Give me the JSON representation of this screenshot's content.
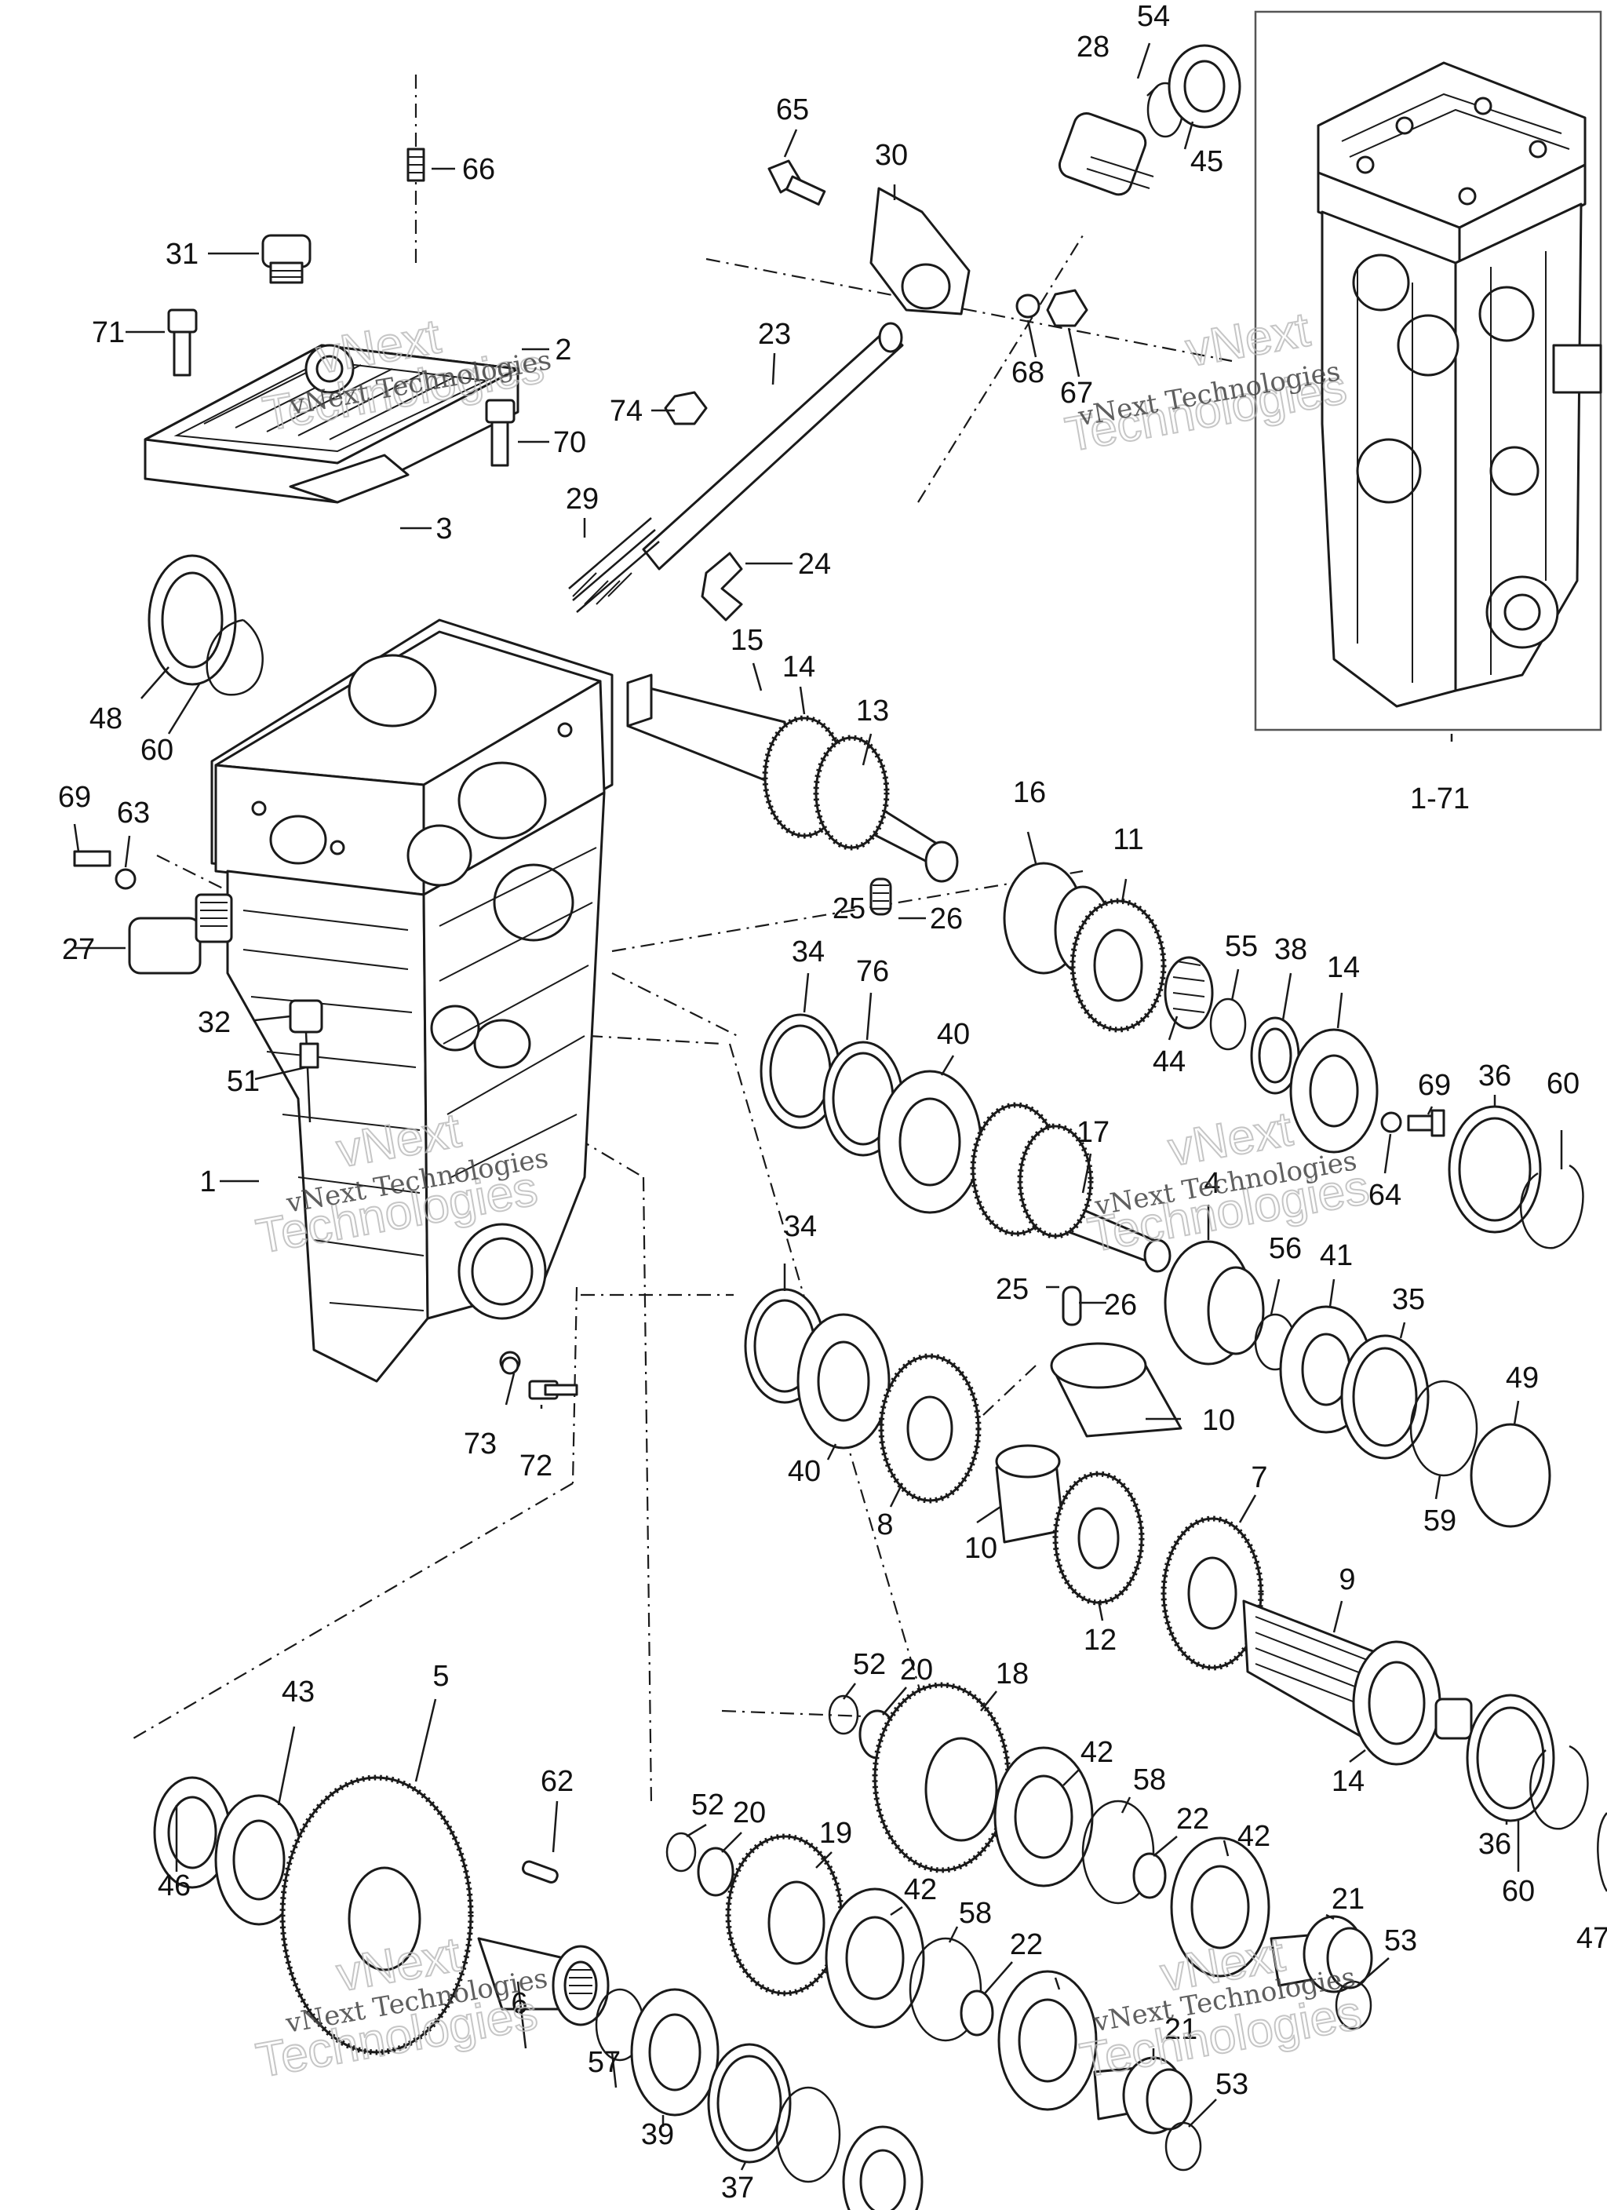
{
  "callouts": {
    "c1": "1",
    "c2": "2",
    "c3": "3",
    "c4": "4",
    "c5": "5",
    "c6": "6",
    "c7": "7",
    "c8": "8",
    "c9": "9",
    "c10a": "10",
    "c10b": "10",
    "c11": "11",
    "c12": "12",
    "c13": "13",
    "c14a": "14",
    "c14b": "14",
    "c14c": "14",
    "c15": "15",
    "c16": "16",
    "c17": "17",
    "c18": "18",
    "c19": "19",
    "c20a": "20",
    "c20b": "20",
    "c21a": "21",
    "c21b": "21",
    "c22a": "22",
    "c22b": "22",
    "c23": "23",
    "c24": "24",
    "c25a": "25",
    "c25b": "25",
    "c26a": "26",
    "c26b": "26",
    "c27": "27",
    "c28": "28",
    "c29": "29",
    "c30": "30",
    "c31": "31",
    "c32": "32",
    "c34a": "34",
    "c34b": "34",
    "c35": "35",
    "c36a": "36",
    "c36b": "36",
    "c37": "37",
    "c38": "38",
    "c39": "39",
    "c40a": "40",
    "c40b": "40",
    "c41": "41",
    "c42a": "42",
    "c42b": "42",
    "c42c": "42",
    "c43": "43",
    "c44": "44",
    "c45": "45",
    "c46": "46",
    "c47": "47",
    "c48": "48",
    "c49": "49",
    "c51": "51",
    "c52a": "52",
    "c52b": "52",
    "c53a": "53",
    "c53b": "53",
    "c54": "54",
    "c55": "55",
    "c56": "56",
    "c57": "57",
    "c58a": "58",
    "c58b": "58",
    "c59": "59",
    "c60a": "60",
    "c60b": "60",
    "c60c": "60",
    "c62": "62",
    "c63": "63",
    "c64": "64",
    "c65": "65",
    "c66": "66",
    "c67": "67",
    "c68": "68",
    "c69a": "69",
    "c69b": "69",
    "c70": "70",
    "c71": "71",
    "c72": "72",
    "c73": "73",
    "c74": "74",
    "c76": "76",
    "c1to71": "1-71"
  },
  "watermark": {
    "line1": "vNext Technologies",
    "line2a": "vNext",
    "line2b": "Technologies"
  },
  "colors": {
    "ink": "#1a1a1a",
    "paper": "#ffffff",
    "watermark": "#b8b8b8"
  }
}
